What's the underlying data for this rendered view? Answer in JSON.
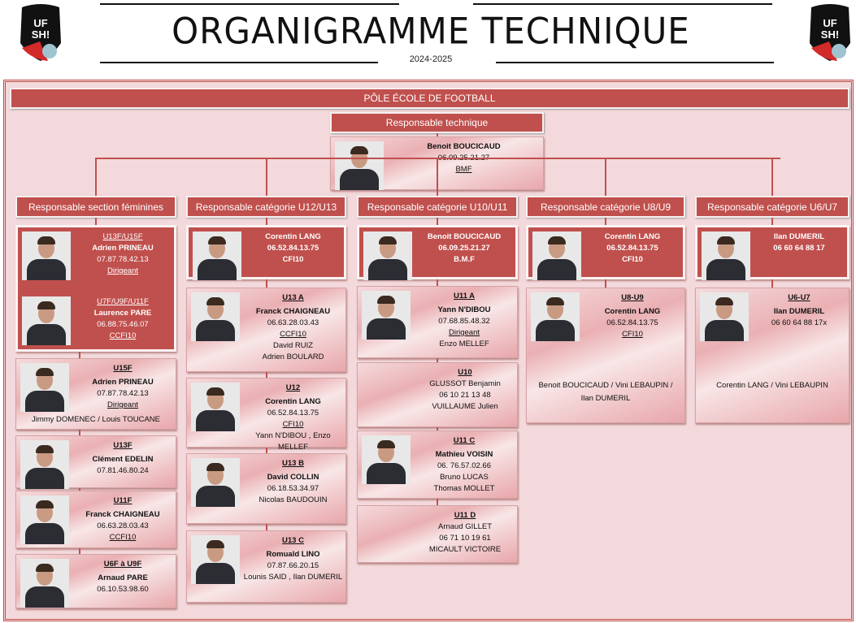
{
  "header": {
    "title": "ORGANIGRAMME TECHNIQUE",
    "season": "2024-2025",
    "logo_text": "UFSH!"
  },
  "pole": "PÔLE ÉCOLE DE FOOTBALL",
  "technical": {
    "header": "Responsable technique",
    "card": {
      "dark": false,
      "entries": [
        {
          "photo": true,
          "lines": [
            [
              "Benoit BOUCICAUD",
              "b"
            ],
            [
              "06.09.25.21.27",
              ""
            ],
            [
              "BMF",
              "ul"
            ]
          ]
        }
      ]
    }
  },
  "columns": [
    {
      "header": "Responsable section féminines",
      "cards": [
        {
          "dark": true,
          "entries": [
            {
              "photo": true,
              "lines": [
                [
                  "U13F/U15F",
                  "ul"
                ],
                [
                  "Adrien PRINEAU",
                  "b"
                ],
                [
                  "07.87.78.42.13",
                  ""
                ],
                [
                  "Dirigeant",
                  "ul"
                ]
              ]
            },
            {
              "photo": true,
              "lines": [
                [
                  "U7F/U9F/U11F",
                  "ul"
                ],
                [
                  "Laurence PARE",
                  "b"
                ],
                [
                  "06.88.75.46.07",
                  ""
                ],
                [
                  "CCFI10",
                  "ul"
                ]
              ]
            }
          ]
        },
        {
          "dark": false,
          "entries": [
            {
              "photo": true,
              "lines": [
                [
                  "U15F",
                  "u"
                ],
                [
                  "Adrien PRINEAU",
                  "b"
                ],
                [
                  "07.87.78.42.13",
                  ""
                ],
                [
                  "Dirigeant",
                  "ul"
                ]
              ]
            }
          ],
          "footer": "Jimmy DOMENEC / Louis TOUCANE"
        },
        {
          "dark": false,
          "entries": [
            {
              "photo": true,
              "lines": [
                [
                  "U13F",
                  "u"
                ],
                [
                  "Clément EDELIN",
                  "b"
                ],
                [
                  "07.81.46.80.24",
                  ""
                ]
              ]
            }
          ]
        },
        {
          "dark": false,
          "entries": [
            {
              "photo": true,
              "lines": [
                [
                  "U11F",
                  "u"
                ],
                [
                  "Franck CHAIGNEAU",
                  "b"
                ],
                [
                  "06.63.28.03.43",
                  ""
                ],
                [
                  "CCFI10",
                  "ul"
                ]
              ]
            }
          ]
        },
        {
          "dark": false,
          "entries": [
            {
              "photo": true,
              "lines": [
                [
                  "U6F à U9F",
                  "u"
                ],
                [
                  "Arnaud PARE",
                  "b"
                ],
                [
                  "06.10.53.98.60",
                  ""
                ]
              ]
            }
          ]
        }
      ]
    },
    {
      "header": "Responsable catégorie U12/U13",
      "cards": [
        {
          "dark": true,
          "entries": [
            {
              "photo": true,
              "lines": [
                [
                  "Corentin LANG",
                  "b"
                ],
                [
                  "06.52.84.13.75",
                  "b"
                ],
                [
                  "CFI10",
                  "b"
                ]
              ]
            }
          ]
        },
        {
          "dark": false,
          "entries": [
            {
              "photo": true,
              "lines": [
                [
                  "U13 A",
                  "u"
                ],
                [
                  "Franck CHAIGNEAU",
                  "b"
                ],
                [
                  "06.63.28.03.43",
                  ""
                ],
                [
                  "CCFI10",
                  "ul"
                ],
                [
                  "David RUIZ",
                  ""
                ],
                [
                  "Adrien BOULARD",
                  ""
                ]
              ]
            }
          ]
        },
        {
          "dark": false,
          "entries": [
            {
              "photo": true,
              "lines": [
                [
                  "U12",
                  "u"
                ],
                [
                  "Corentin LANG",
                  "b"
                ],
                [
                  "06.52.84.13.75",
                  ""
                ],
                [
                  "CFI10",
                  "ul"
                ],
                [
                  "Yann N'DIBOU , Enzo MELLEF",
                  ""
                ]
              ]
            }
          ]
        },
        {
          "dark": false,
          "entries": [
            {
              "photo": true,
              "lines": [
                [
                  "U13 B",
                  "u"
                ],
                [
                  "David COLLIN",
                  "b"
                ],
                [
                  "06.18.53.34.97",
                  ""
                ],
                [
                  "Nicolas BAUDOUIN",
                  ""
                ]
              ]
            }
          ]
        },
        {
          "dark": false,
          "entries": [
            {
              "photo": true,
              "lines": [
                [
                  "U13 C",
                  "u"
                ],
                [
                  "Romuald LINO",
                  "b"
                ],
                [
                  "07.87.66.20.15",
                  ""
                ],
                [
                  "Lounis SAID , Ilan DUMERIL",
                  ""
                ]
              ]
            }
          ]
        }
      ]
    },
    {
      "header": "Responsable catégorie U10/U11",
      "cards": [
        {
          "dark": true,
          "entries": [
            {
              "photo": true,
              "lines": [
                [
                  "Benoit BOUCICAUD",
                  "b"
                ],
                [
                  "06.09.25.21.27",
                  "b"
                ],
                [
                  "B.M.F",
                  "b"
                ]
              ]
            }
          ]
        },
        {
          "dark": false,
          "entries": [
            {
              "photo": true,
              "lines": [
                [
                  "U11 A",
                  "u"
                ],
                [
                  "Yann N'DIBOU",
                  "b"
                ],
                [
                  "07.68.85.48.32",
                  ""
                ],
                [
                  "Dirigeant",
                  "ul"
                ],
                [
                  "Enzo MELLEF",
                  ""
                ]
              ]
            }
          ]
        },
        {
          "dark": false,
          "entries": [
            {
              "photo": false,
              "lines": [
                [
                  "U10",
                  "u"
                ],
                [
                  "GLUSSOT Benjamin",
                  ""
                ],
                [
                  "06 10 21 13 48",
                  ""
                ],
                [
                  "VUILLAUME Julien",
                  ""
                ]
              ]
            }
          ]
        },
        {
          "dark": false,
          "entries": [
            {
              "photo": true,
              "lines": [
                [
                  "U11 C",
                  "u"
                ],
                [
                  "Mathieu VOISIN",
                  "b"
                ],
                [
                  "06. 76.57.02.66",
                  ""
                ],
                [
                  "Bruno LUCAS",
                  ""
                ],
                [
                  "Thomas MOLLET",
                  ""
                ]
              ]
            }
          ]
        },
        {
          "dark": false,
          "entries": [
            {
              "photo": false,
              "lines": [
                [
                  "U11 D",
                  "u"
                ],
                [
                  "Arnaud GILLET",
                  ""
                ],
                [
                  "06 71 10 19 61",
                  ""
                ],
                [
                  "MICAULT VICTOIRE",
                  ""
                ]
              ]
            }
          ]
        }
      ]
    },
    {
      "header": "Responsable catégorie U8/U9",
      "cards": [
        {
          "dark": true,
          "entries": [
            {
              "photo": true,
              "lines": [
                [
                  "Corentin LANG",
                  "b"
                ],
                [
                  "06.52.84.13.75",
                  "b"
                ],
                [
                  "CFI10",
                  "b"
                ]
              ]
            }
          ]
        },
        {
          "dark": false,
          "entries": [
            {
              "photo": true,
              "lines": [
                [
                  "U8-U9",
                  "u"
                ],
                [
                  "Corentin LANG",
                  "b"
                ],
                [
                  "06.52.84.13.75",
                  ""
                ],
                [
                  "CFI10",
                  "ul"
                ]
              ]
            }
          ],
          "footer": "Benoit BOUCICAUD / Vini LEBAUPIN / Ilan DUMERIL"
        }
      ]
    },
    {
      "header": "Responsable catégorie U6/U7",
      "cards": [
        {
          "dark": true,
          "entries": [
            {
              "photo": true,
              "lines": [
                [
                  "Ilan DUMERIL",
                  "b"
                ],
                [
                  "06 60 64 88 17",
                  "b"
                ]
              ]
            }
          ]
        },
        {
          "dark": false,
          "entries": [
            {
              "photo": true,
              "lines": [
                [
                  "U6-U7",
                  "u"
                ],
                [
                  "Ilan DUMERIL",
                  "b"
                ],
                [
                  "06 60 64 88 17x",
                  ""
                ]
              ]
            }
          ],
          "footer": "Corentin LANG / Vini LEBAUPIN"
        }
      ]
    }
  ]
}
